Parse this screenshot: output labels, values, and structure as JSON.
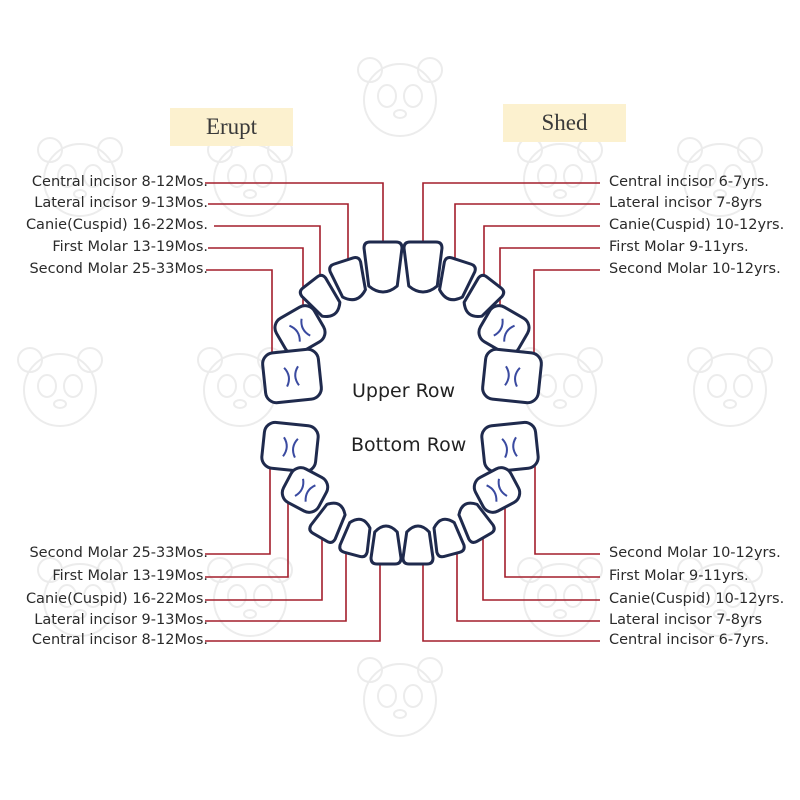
{
  "headers": {
    "erupt": "Erupt",
    "shed": "Shed"
  },
  "center": {
    "upper": "Upper Row",
    "bottom": "Bottom Row"
  },
  "upper_erupt": [
    "Central incisor 8-12Mos.",
    "Lateral incisor 9-13Mos.",
    "Canie(Cuspid) 16-22Mos.",
    "First Molar 13-19Mos.",
    "Second Molar 25-33Mos."
  ],
  "upper_shed": [
    "Central incisor 6-7yrs.",
    "Lateral incisor 7-8yrs",
    "Canie(Cuspid) 10-12yrs.",
    "First Molar 9-11yrs.",
    "Second Molar 10-12yrs."
  ],
  "lower_erupt": [
    "Second Molar 25-33Mos.",
    "First Molar 13-19Mos.",
    "Canie(Cuspid) 16-22Mos.",
    "Lateral incisor 9-13Mos.",
    "Central incisor 8-12Mos."
  ],
  "lower_shed": [
    "Second Molar 10-12yrs.",
    "First Molar 9-11yrs.",
    "Canie(Cuspid) 10-12yrs.",
    "Lateral incisor 7-8yrs",
    "Central incisor 6-7yrs."
  ],
  "colors": {
    "leader_line": "#a31e2c",
    "tooth_outline": "#1f2a4d",
    "molar_mark": "#3a4aa0",
    "header_bg": "#fcf1cf"
  }
}
